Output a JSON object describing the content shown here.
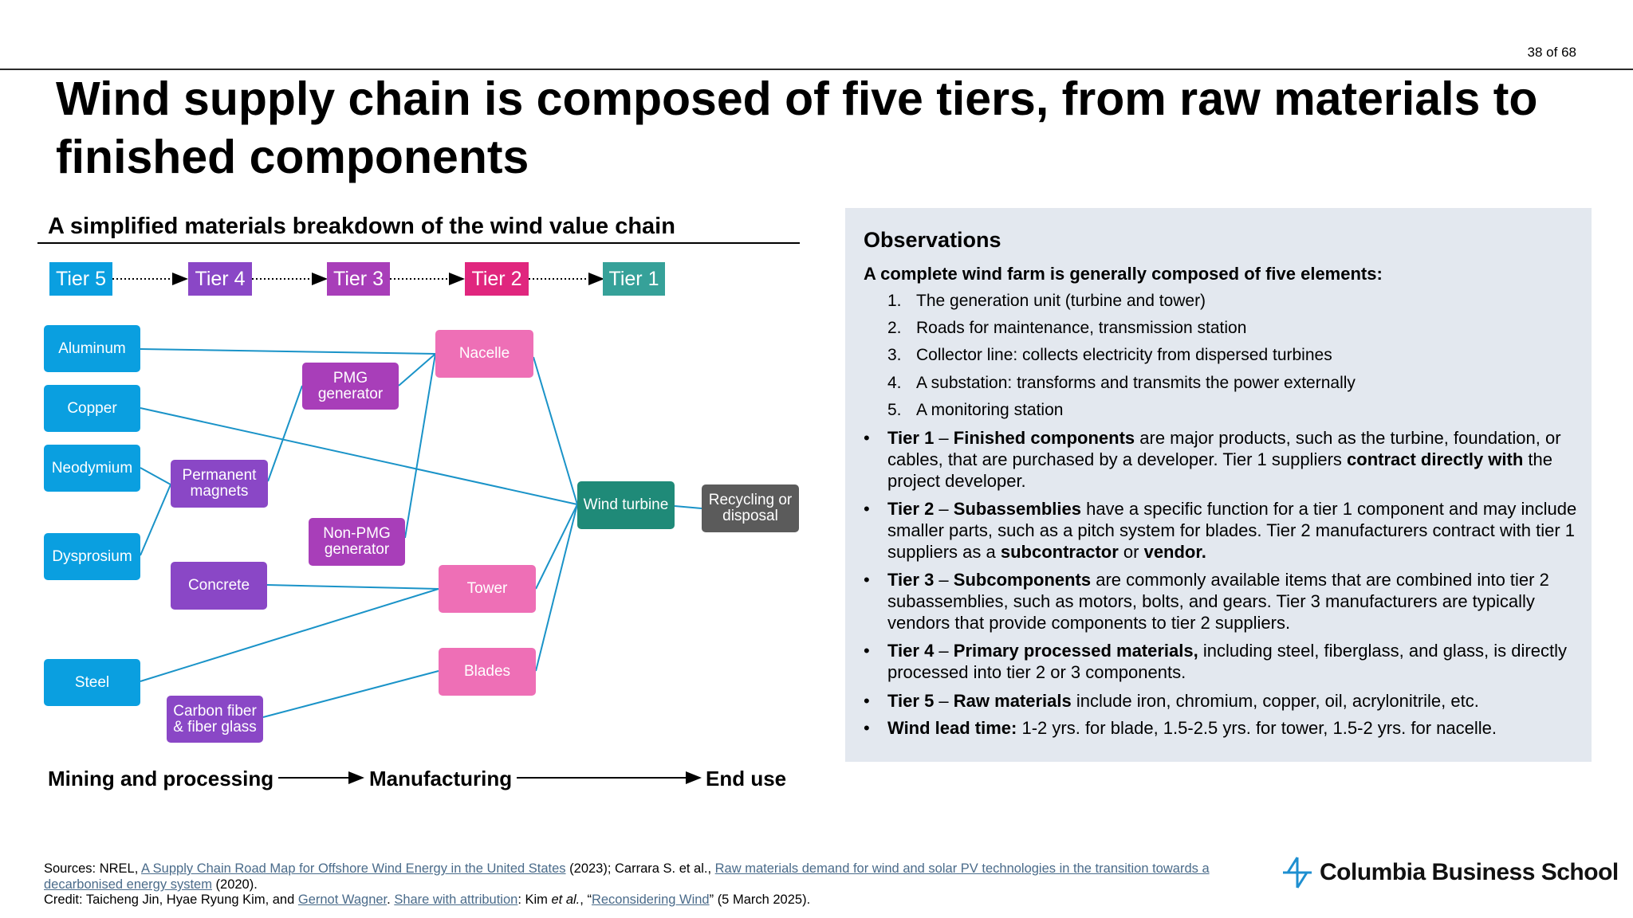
{
  "page_number": "38 of 68",
  "title": "Wind supply chain is composed of five tiers, from raw materials to finished components",
  "diagram": {
    "heading": "A simplified materials breakdown of the wind value chain",
    "tiers": [
      {
        "label": "Tier 5",
        "color": "#0a9fe0"
      },
      {
        "label": "Tier 4",
        "color": "#8a47c6"
      },
      {
        "label": "Tier 3",
        "color": "#a83eb9"
      },
      {
        "label": "Tier 2",
        "color": "#e0267e"
      },
      {
        "label": "Tier 1",
        "color": "#36a199"
      }
    ],
    "nodes": {
      "aluminum": "Aluminum",
      "copper": "Copper",
      "neodymium": "Neodymium",
      "dysprosium": "Dysprosium",
      "steel": "Steel",
      "permanent_magnets": "Permanent\nmagnets",
      "concrete": "Concrete",
      "carbon_fiber": "Carbon fiber\n& fiber glass",
      "pmg_generator": "PMG\ngenerator",
      "non_pmg_generator": "Non-PMG\ngenerator",
      "nacelle": "Nacelle",
      "tower": "Tower",
      "blades": "Blades",
      "wind_turbine": "Wind turbine",
      "recycling": "Recycling or\ndisposal"
    },
    "flow": {
      "stage1": "Mining and processing",
      "stage2": "Manufacturing",
      "stage3": "End use"
    },
    "line_color": "#1a93c8"
  },
  "observations": {
    "title": "Observations",
    "intro": "A complete wind farm is generally composed of five elements:",
    "elements": [
      {
        "num": "1.",
        "text": "The generation unit (turbine and tower)"
      },
      {
        "num": "2.",
        "text": "Roads for maintenance, transmission station"
      },
      {
        "num": "3.",
        "text": "Collector line: collects electricity from dispersed turbines"
      },
      {
        "num": "4.",
        "text": "A substation: transforms and transmits the power externally"
      },
      {
        "num": "5.",
        "text": "A monitoring station"
      }
    ],
    "bullets": [
      {
        "a": "Tier 1",
        "b": " – ",
        "c": "Finished components",
        "d": " are major products, such as the turbine, foundation, or cables, that are purchased by a developer. Tier 1 suppliers ",
        "e": "contract directly with",
        "f": " the project developer."
      },
      {
        "a": "Tier 2",
        "b": " – ",
        "c": "Subassemblies",
        "d": " have a specific function for a tier 1 component and may include smaller parts, such as a pitch system for blades. Tier 2 manufacturers contract with tier 1 suppliers as a ",
        "e": "subcontractor",
        "f": " or ",
        "g": "vendor."
      },
      {
        "a": "Tier 3",
        "b": " – ",
        "c": "Subcomponents",
        "d": " are commonly available items that are combined into tier 2 subassemblies, such as motors, bolts, and gears. Tier 3 manufacturers are typically vendors that provide components to tier 2 suppliers."
      },
      {
        "a": "Tier 4",
        "b": " –  ",
        "c": "Primary processed materials,",
        "d": " including steel, fiberglass, and glass, is directly processed into tier 2 or 3 components."
      },
      {
        "a": "Tier 5",
        "b": " – ",
        "c": "Raw materials",
        "d": " include iron, chromium, copper, oil, acrylonitrile, etc."
      },
      {
        "a": "Wind lead time:",
        "b": " 1-2 yrs. for blade, 1.5-2.5 yrs. for tower, 1.5-2 yrs. for nacelle."
      }
    ]
  },
  "sources": {
    "prefix": "Sources: NREL, ",
    "link1": "A Supply Chain Road Map for Offshore Wind Energy in the United States",
    "mid1": " (2023); Carrara S. et al., ",
    "link2a": "Raw materials demand for wind and solar PV technologies in the transition towards a",
    "link2b": "decarbonised energy system",
    "suffix": " (2020)."
  },
  "credit": {
    "prefix": "Credit: Taicheng Jin, Hyae Ryung Kim, and ",
    "link1": "Gernot Wagner",
    "sep1": ". ",
    "link2": "Share with attribution",
    "mid": ": Kim ",
    "etal": "et al.",
    "mid2": ", “",
    "link3": "Reconsidering Wind",
    "suffix": "” (5 March 2025)."
  },
  "logo": {
    "text": "Columbia Business School",
    "icon": "columbia-crown-icon",
    "color": "#1e8fd0"
  }
}
